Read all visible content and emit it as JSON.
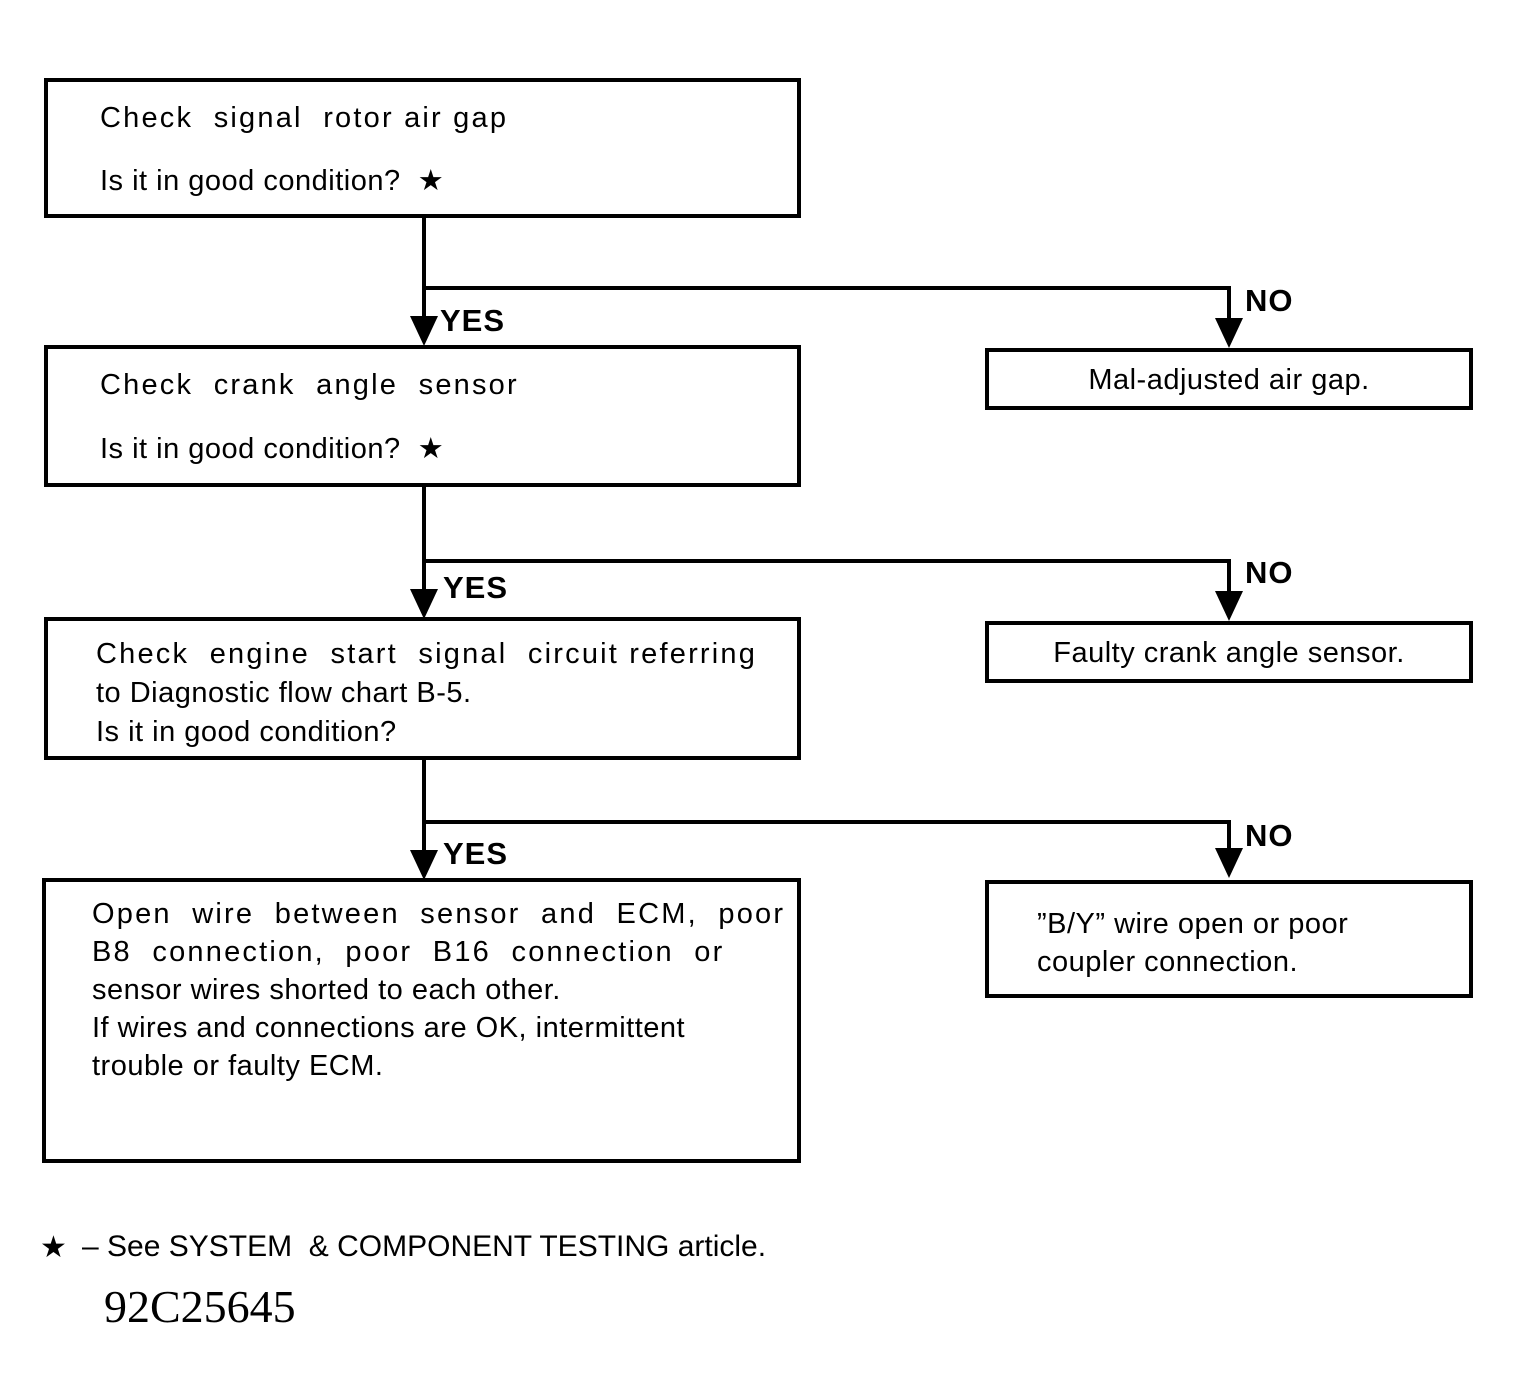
{
  "document": {
    "type": "diagnostic-flow-chart",
    "footnote": {
      "star": "★",
      "text": "– See SYSTEM  & COMPONENT TESTING article."
    },
    "doc_id": "92C25645"
  },
  "nodes": {
    "step1": {
      "line1": "Check  signal  rotor air gap",
      "line2": "Is it in good condition?  ★"
    },
    "step2": {
      "line1": "Check  crank  angle  sensor",
      "line2": "Is it in good condition?  ★"
    },
    "step3": {
      "line1": "Check  engine  start  signal  circuit referring",
      "line2": "to Diagnostic flow chart B-5.",
      "line3": "Is it in good condition?"
    },
    "result_final": {
      "line1": "Open  wire  between  sensor  and  ECM,  poor",
      "line2": "B8  connection,  poor  B16  connection  or",
      "line3": "sensor wires shorted to each other.",
      "line4": "If wires and connections are OK, intermittent",
      "line5": "trouble or faulty ECM."
    },
    "result1": {
      "line1": "Mal-adjusted air gap."
    },
    "result2": {
      "line1": "Faulty crank angle sensor."
    },
    "result3": {
      "line1": "”B/Y” wire open or poor",
      "line2": "coupler connection."
    }
  },
  "branches": {
    "yes1": "YES",
    "no1": "NO",
    "yes2": "YES",
    "no2": "NO",
    "yes3": "YES",
    "no3": "NO"
  },
  "colors": {
    "stroke": "#000000",
    "background": "#ffffff",
    "text": "#000000"
  }
}
